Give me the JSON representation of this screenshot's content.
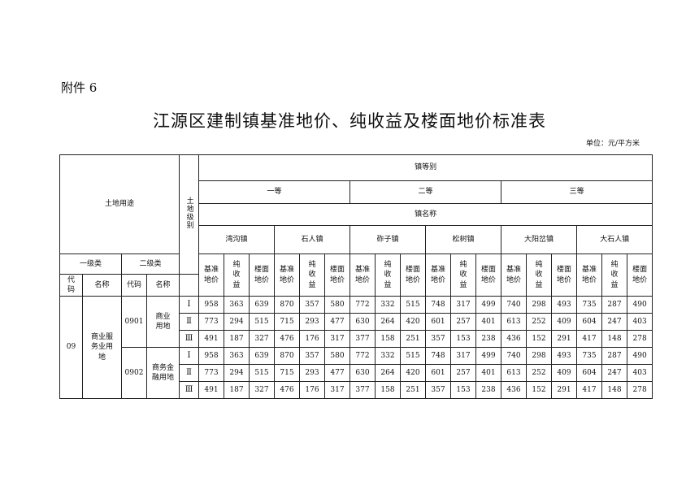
{
  "attachment": "附件 6",
  "title": "江源区建制镇基准地价、纯收益及楼面地价标准表",
  "unit": "单位：元/平方米",
  "header": {
    "land_use": "土地用途",
    "land_grade": "土地级别",
    "town_class": "镇等别",
    "town_name": "镇名称",
    "grades": [
      "一等",
      "二等",
      "三等"
    ],
    "towns": [
      "湾沟镇",
      "石人镇",
      "砟子镇",
      "松树镇",
      "大阳岔镇",
      "大石人镇"
    ],
    "level1": "一级类",
    "level2": "二级类",
    "code": "代码",
    "name": "名称",
    "metrics": [
      "基准地价",
      "纯收益",
      "楼面地价"
    ]
  },
  "rows": {
    "l1_code": "09",
    "l1_name": "商业服务业用地",
    "groups": [
      {
        "code": "0901",
        "name": "商业用地",
        "levels": [
          {
            "grade": "Ⅰ",
            "values": [
              "958",
              "363",
              "639",
              "870",
              "357",
              "580",
              "772",
              "332",
              "515",
              "748",
              "317",
              "499",
              "740",
              "298",
              "493",
              "735",
              "287",
              "490"
            ]
          },
          {
            "grade": "Ⅱ",
            "values": [
              "773",
              "294",
              "515",
              "715",
              "293",
              "477",
              "630",
              "264",
              "420",
              "601",
              "257",
              "401",
              "613",
              "252",
              "409",
              "604",
              "247",
              "403"
            ]
          },
          {
            "grade": "Ⅲ",
            "values": [
              "491",
              "187",
              "327",
              "476",
              "176",
              "317",
              "377",
              "158",
              "251",
              "357",
              "153",
              "238",
              "436",
              "152",
              "291",
              "417",
              "148",
              "278"
            ]
          }
        ]
      },
      {
        "code": "0902",
        "name": "商务金融用地",
        "levels": [
          {
            "grade": "Ⅰ",
            "values": [
              "958",
              "363",
              "639",
              "870",
              "357",
              "580",
              "772",
              "332",
              "515",
              "748",
              "317",
              "499",
              "740",
              "298",
              "493",
              "735",
              "287",
              "490"
            ]
          },
          {
            "grade": "Ⅱ",
            "values": [
              "773",
              "294",
              "515",
              "715",
              "293",
              "477",
              "630",
              "264",
              "420",
              "601",
              "257",
              "401",
              "613",
              "252",
              "409",
              "604",
              "247",
              "403"
            ]
          },
          {
            "grade": "Ⅲ",
            "values": [
              "491",
              "187",
              "327",
              "476",
              "176",
              "317",
              "377",
              "158",
              "251",
              "357",
              "153",
              "238",
              "436",
              "152",
              "291",
              "417",
              "148",
              "278"
            ]
          }
        ]
      }
    ]
  }
}
